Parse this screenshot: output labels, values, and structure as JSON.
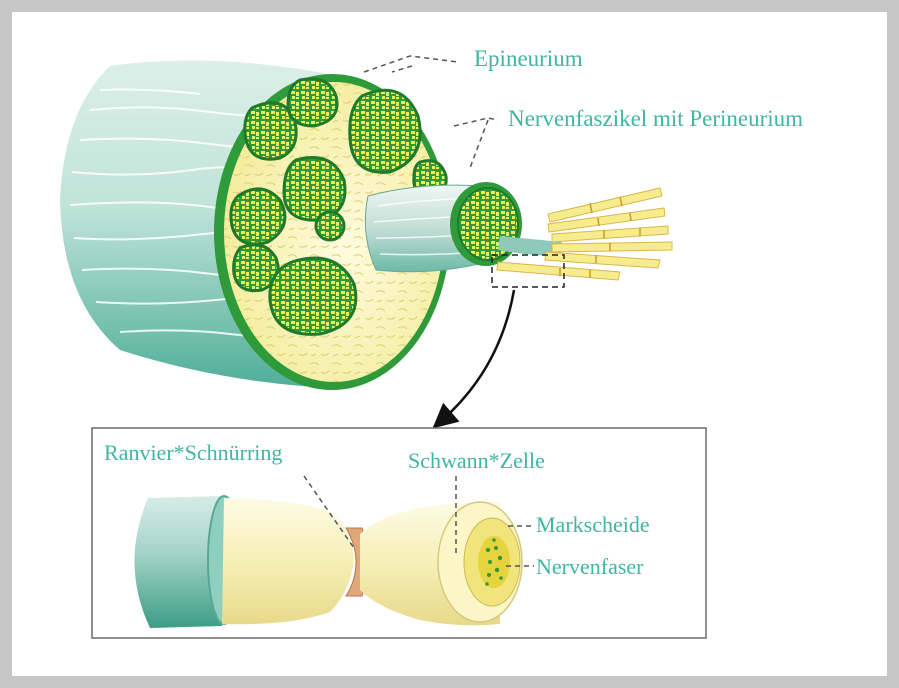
{
  "diagram": {
    "labels": {
      "epineurium": "Epineurium",
      "fascicle": "Nervenfaszikel mit Perineurium",
      "ranvier": "Ranvier*Schnürring",
      "schwann": "Schwann*Zelle",
      "markscheide": "Markscheide",
      "nervenfaser": "Nervenfaser"
    },
    "colors": {
      "label_teal": "#3fb5a3",
      "fascicle_green": "#2f9a3a",
      "fiber_yellow": "#e8ef6a",
      "myelin_cream": "#f7f2b4",
      "sheath_teal": "#8dcfbe",
      "frame_gray": "#c6c6c6"
    }
  }
}
